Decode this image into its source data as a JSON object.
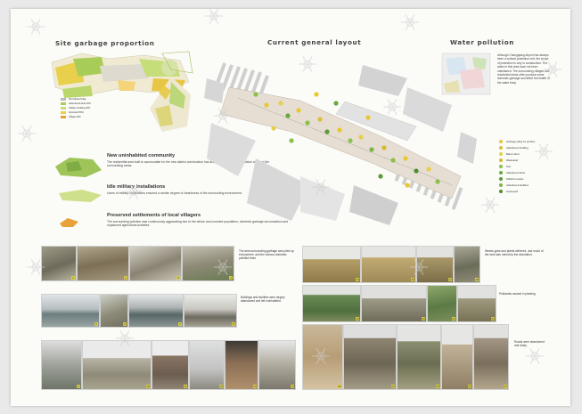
{
  "titles": {
    "site_garbage": "Site garbage proportion",
    "current_layout": "Current general layout",
    "water_pollution": "Water pollution"
  },
  "water_text": "Although Changqiang Airport has always been a cultural protection unit, the scope of protection is only in construction. The water in this area have not been maintained. The surrounding villages and residential areas often produce some domestic garbage and affect the health of the water body.",
  "site_legend": [
    "Demolished bldg",
    "Abandoned land 10%",
    "Solitary building 20%",
    "Farmland 50%",
    "Village 20%"
  ],
  "sections": [
    {
      "heading": "New uninhabited community",
      "body": "The residential area built to accomodate for the new district construction has accumulated some construction waste in the surrounding areas."
    },
    {
      "heading": "Idle military installations",
      "body": "Users of military installations ensured a certain degree of cleanliness of the surrounding environment."
    },
    {
      "heading": "Preserved settlements of local villagers",
      "body": "The surrounding pollution was continuously aggravating due to the dense and crowded population, domestic garbage accumulation and unplanned agricultural activities."
    }
  ],
  "layout_legend": [
    {
      "label": "Garbage piling for another",
      "color": "#e8c832"
    },
    {
      "label": "Abandoned building",
      "color": "#d9c23a"
    },
    {
      "label": "Barren land",
      "color": "#e6cf4a"
    },
    {
      "label": "Wasteland",
      "color": "#d6b92c"
    },
    {
      "label": "Soil",
      "color": "#8cc04a"
    },
    {
      "label": "Abandoned brick",
      "color": "#6aa83e"
    },
    {
      "label": "Oilfield remains",
      "color": "#5c9a36"
    },
    {
      "label": "Abandoned facilities",
      "color": "#7cb548"
    },
    {
      "label": "Graveyard",
      "color": "#4d8f30"
    }
  ],
  "captions": [
    "The area surrounding garbage was piled up everywhere, and the various domestic polluted them.",
    "Buildings and facilities were largely abandoned and left uninhabited.",
    "Weeds grew and plants withered, and much of the land was ruined by the desolation.",
    "Pollutants caused in planting.",
    "Roads were abandoned and dusty."
  ],
  "photo_numbers": [
    "1",
    "2",
    "3",
    "4",
    "5",
    "6",
    "7",
    "8",
    "9",
    "10",
    "11",
    "12",
    "13",
    "14",
    "15",
    "16",
    "17",
    "18",
    "19",
    "20",
    "21",
    "22",
    "23",
    "24",
    "25",
    "26",
    "27"
  ],
  "colors": {
    "accent_green": "#8cbf3f",
    "accent_yellow": "#e3d240",
    "dot_orange": "#e8a23a"
  }
}
